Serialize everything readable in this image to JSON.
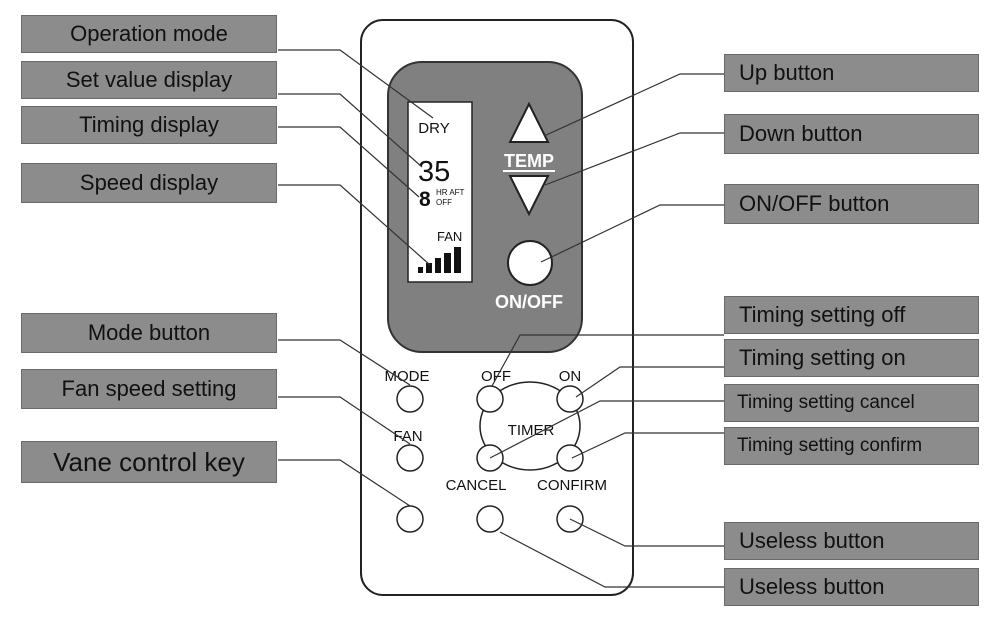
{
  "left_labels": {
    "operation_mode": "Operation mode",
    "set_value_display": "Set value display",
    "timing_display": "Timing display",
    "speed_display": "Speed display",
    "mode_button": "Mode button",
    "fan_speed_setting": "Fan speed setting",
    "vane_control_key": "Vane control key"
  },
  "right_labels": {
    "up_button": "Up   button",
    "down_button": "Down button",
    "on_off_button": "ON/OFF button",
    "timing_setting_off": "Timing setting off",
    "timing_setting_on": "Timing setting on",
    "timing_setting_cancel": "Timing setting cancel",
    "timing_setting_confirm": "Timing setting confirm",
    "useless_button_1": "Useless button",
    "useless_button_2": "Useless button"
  },
  "remote": {
    "lcd": {
      "mode": "DRY",
      "set_value": "35",
      "timer_value": "8",
      "timer_units_top": "HR AFT",
      "timer_units_bottom": "OFF",
      "fan_label": "FAN",
      "fan_level": "5 of 5 bars"
    },
    "temp_label": "TEMP",
    "onoff_label": "ON/OFF",
    "mode_label": "MODE",
    "fan_label": "FAN",
    "off_label": "OFF",
    "on_label": "ON",
    "timer_label": "TIMER",
    "cancel_label": "CANCEL",
    "confirm_label": "CONFIRM"
  }
}
